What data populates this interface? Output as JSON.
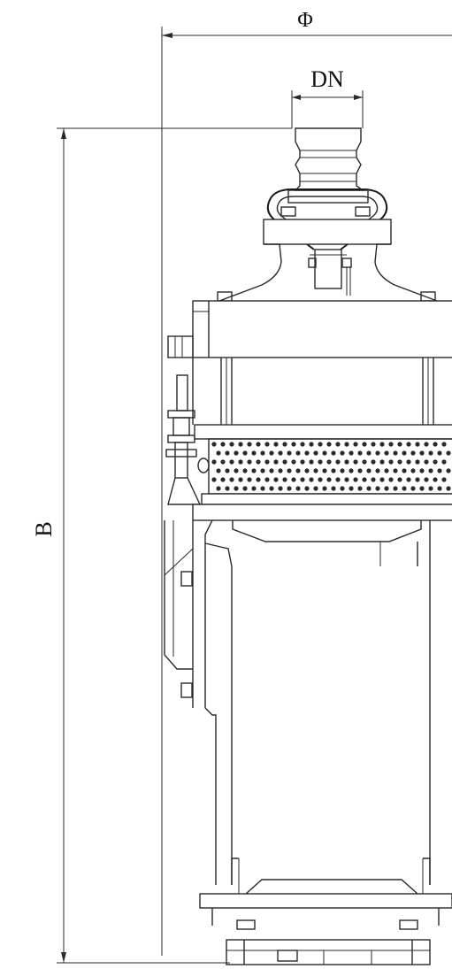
{
  "dimensions": {
    "width_label": "Φ",
    "outlet_label": "DN",
    "height_label": "B"
  }
}
